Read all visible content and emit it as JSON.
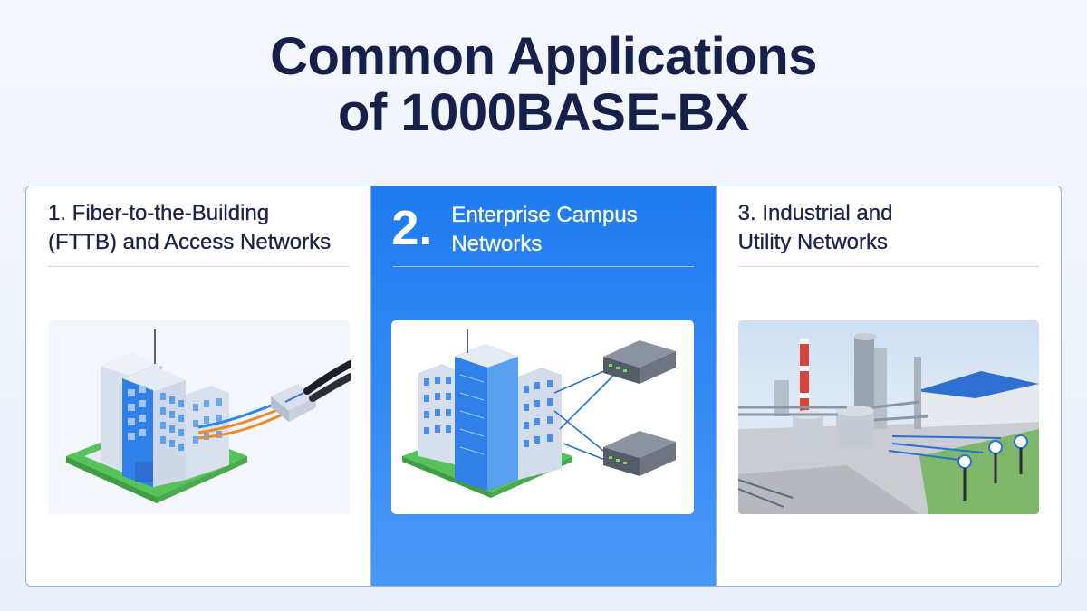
{
  "title": {
    "line1": "Common Applications",
    "line2": "of 1000BASE-BX"
  },
  "cards": [
    {
      "title_line1": "1. Fiber-to-the-Building",
      "title_line2": "(FTTB) and Access Networks",
      "illustration": "building-fiber-connector-icon"
    },
    {
      "number": "2.",
      "title_line1": "Enterprise Campus",
      "title_line2": "Networks",
      "illustration": "campus-buildings-switches-icon"
    },
    {
      "title_line1": "3. Industrial and",
      "title_line2": "Utility Networks",
      "illustration": "industrial-plant-icon"
    }
  ],
  "colors": {
    "title": "#16204a",
    "accent": "#1f7bf0",
    "border": "#8fb4ee"
  }
}
